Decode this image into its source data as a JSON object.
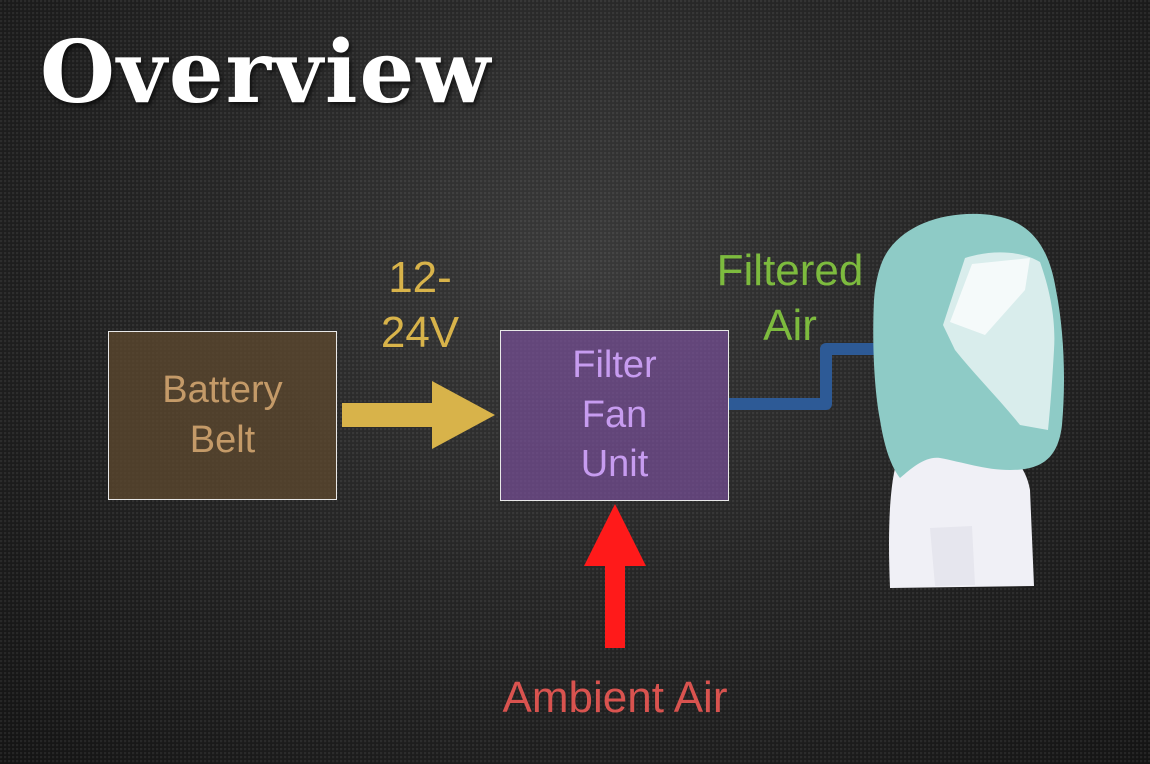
{
  "slide": {
    "title": "Overview"
  },
  "diagram": {
    "battery_box": {
      "line1": "Battery",
      "line2": "Belt"
    },
    "voltage_label": {
      "line1": "12-",
      "line2": "24V"
    },
    "filter_box": {
      "line1": "Filter",
      "line2": "Fan",
      "line3": "Unit"
    },
    "filtered_air_label": {
      "line1": "Filtered",
      "line2": "Air"
    },
    "ambient_air_label": "Ambient Air"
  },
  "colors": {
    "battery_fill": "#5c482e",
    "battery_text": "#c49a68",
    "filter_fill": "#764e96",
    "filter_text": "#c79cf0",
    "voltage_arrow": "#d8b34a",
    "air_hose": "#2d5a96",
    "ambient_arrow": "#ff1a1a",
    "hood": "#8ecbc6"
  }
}
